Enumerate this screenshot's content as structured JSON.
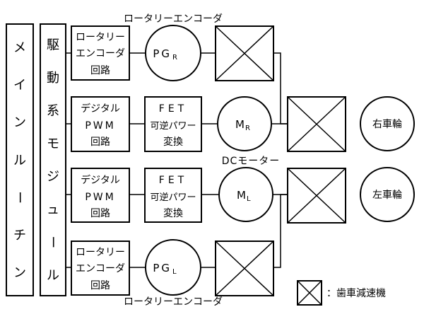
{
  "main_routine": {
    "chars": [
      "メ",
      "イ",
      "ン",
      "ル",
      "ー",
      "チ",
      "ン"
    ]
  },
  "drive_module": {
    "chars": [
      "駆",
      "動",
      "系",
      "モ",
      "ジ",
      "ュ",
      "ー",
      "ル"
    ]
  },
  "encoder_top_label": "ロータリーエンコーダ",
  "encoder_bottom_label": "ロータリーエンコーダ",
  "dc_motor_label": "DCモーター",
  "encoder_circuit_r": {
    "lines": [
      "ロータリー",
      "エンコーダ",
      "回路"
    ]
  },
  "encoder_circuit_l": {
    "lines": [
      "ロータリー",
      "エンコーダ",
      "回路"
    ]
  },
  "pwm_r": {
    "lines": [
      "デジタル",
      "PWM",
      "回路"
    ]
  },
  "pwm_l": {
    "lines": [
      "デジタル",
      "PWM",
      "回路"
    ]
  },
  "fet_r": {
    "lines": [
      "FET",
      "可逆パワー",
      "変換"
    ]
  },
  "fet_l": {
    "lines": [
      "FET",
      "可逆パワー",
      "変換"
    ]
  },
  "pg_r": {
    "main": "PG",
    "sub": "R"
  },
  "pg_l": {
    "main": "PG",
    "sub": "L"
  },
  "motor_r": {
    "main": "M",
    "sub": "R"
  },
  "motor_l": {
    "main": "M",
    "sub": "L"
  },
  "wheel_right": "右車輪",
  "wheel_left": "左車輪",
  "legend": {
    "label": "：歯車減速機"
  }
}
